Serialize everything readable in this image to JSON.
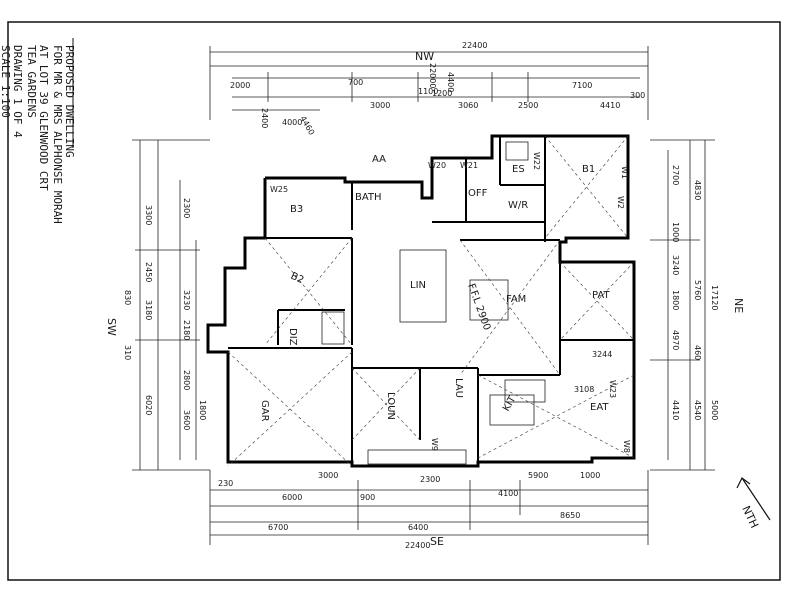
{
  "title_block": {
    "line1": "PROPOSED DWELLING",
    "line2": "FOR MR & MRS ALPHONSE MORAH",
    "line3": "AT LOT 39 GLENWOOD CRT",
    "line4": "TEA GARDENS",
    "line5": "DRAWING 1 OF 4",
    "line6": "SCALE 1:100"
  },
  "orientation": {
    "nw": "NW",
    "ne": "NE",
    "se": "SE",
    "sw": "SW",
    "north": "NTH"
  },
  "rooms": {
    "b1": "B1",
    "es": "ES",
    "wir": "W/R",
    "off": "OFF",
    "b3": "B3",
    "b2": "B2",
    "lin": "LIN",
    "fam": "FAM",
    "ffl": "F.F.L 2900",
    "pat": "PAT",
    "gar": "GAR",
    "loun": "LOUN",
    "lau": "LAU",
    "kit": "KIT",
    "eat": "EAT",
    "aa": "AA",
    "bath": "BATH",
    "diz": "DIZ"
  },
  "windows": {
    "w1": "W1",
    "w2": "W2",
    "w20": "W20",
    "w21": "W21",
    "w22": "W22",
    "w23": "W23",
    "w25": "W25",
    "w8": "W8",
    "w9": "W9"
  },
  "dims_top": {
    "overall": "22400",
    "total2": "22000",
    "d1": "2000",
    "d2": "4460",
    "d3": "700",
    "d4": "3000",
    "d5": "1100",
    "d6": "3060",
    "d7": "2500",
    "d8": "7100",
    "d9": "4410",
    "d10": "300",
    "d11": "4400",
    "d12": "2400",
    "d13": "4000",
    "d14": "1200"
  },
  "dims_bottom": {
    "overall": "22400",
    "d1": "6700",
    "d2": "6000",
    "d3": "6400",
    "d4": "8650",
    "d5": "3000",
    "d6": "4100",
    "d7": "2300",
    "d8": "5900",
    "d9": "1000",
    "d10": "230",
    "d11": "900"
  },
  "dims_left": {
    "d1": "3300",
    "d2": "2450",
    "d3": "3180",
    "d4": "6020",
    "d5": "2800",
    "d6": "3600",
    "d7": "2300",
    "d8": "3230",
    "d9": "2180",
    "d10": "1800",
    "d11": "830",
    "d12": "310"
  },
  "dims_right": {
    "overall": "17120",
    "d1": "4830",
    "d2": "5760",
    "d3": "4540",
    "d4": "3240",
    "d5": "5000",
    "d6": "2700",
    "d7": "4410",
    "d8": "1000",
    "d9": "460",
    "d10": "4970",
    "d11": "3244",
    "d12": "3108",
    "d13": "1800"
  }
}
